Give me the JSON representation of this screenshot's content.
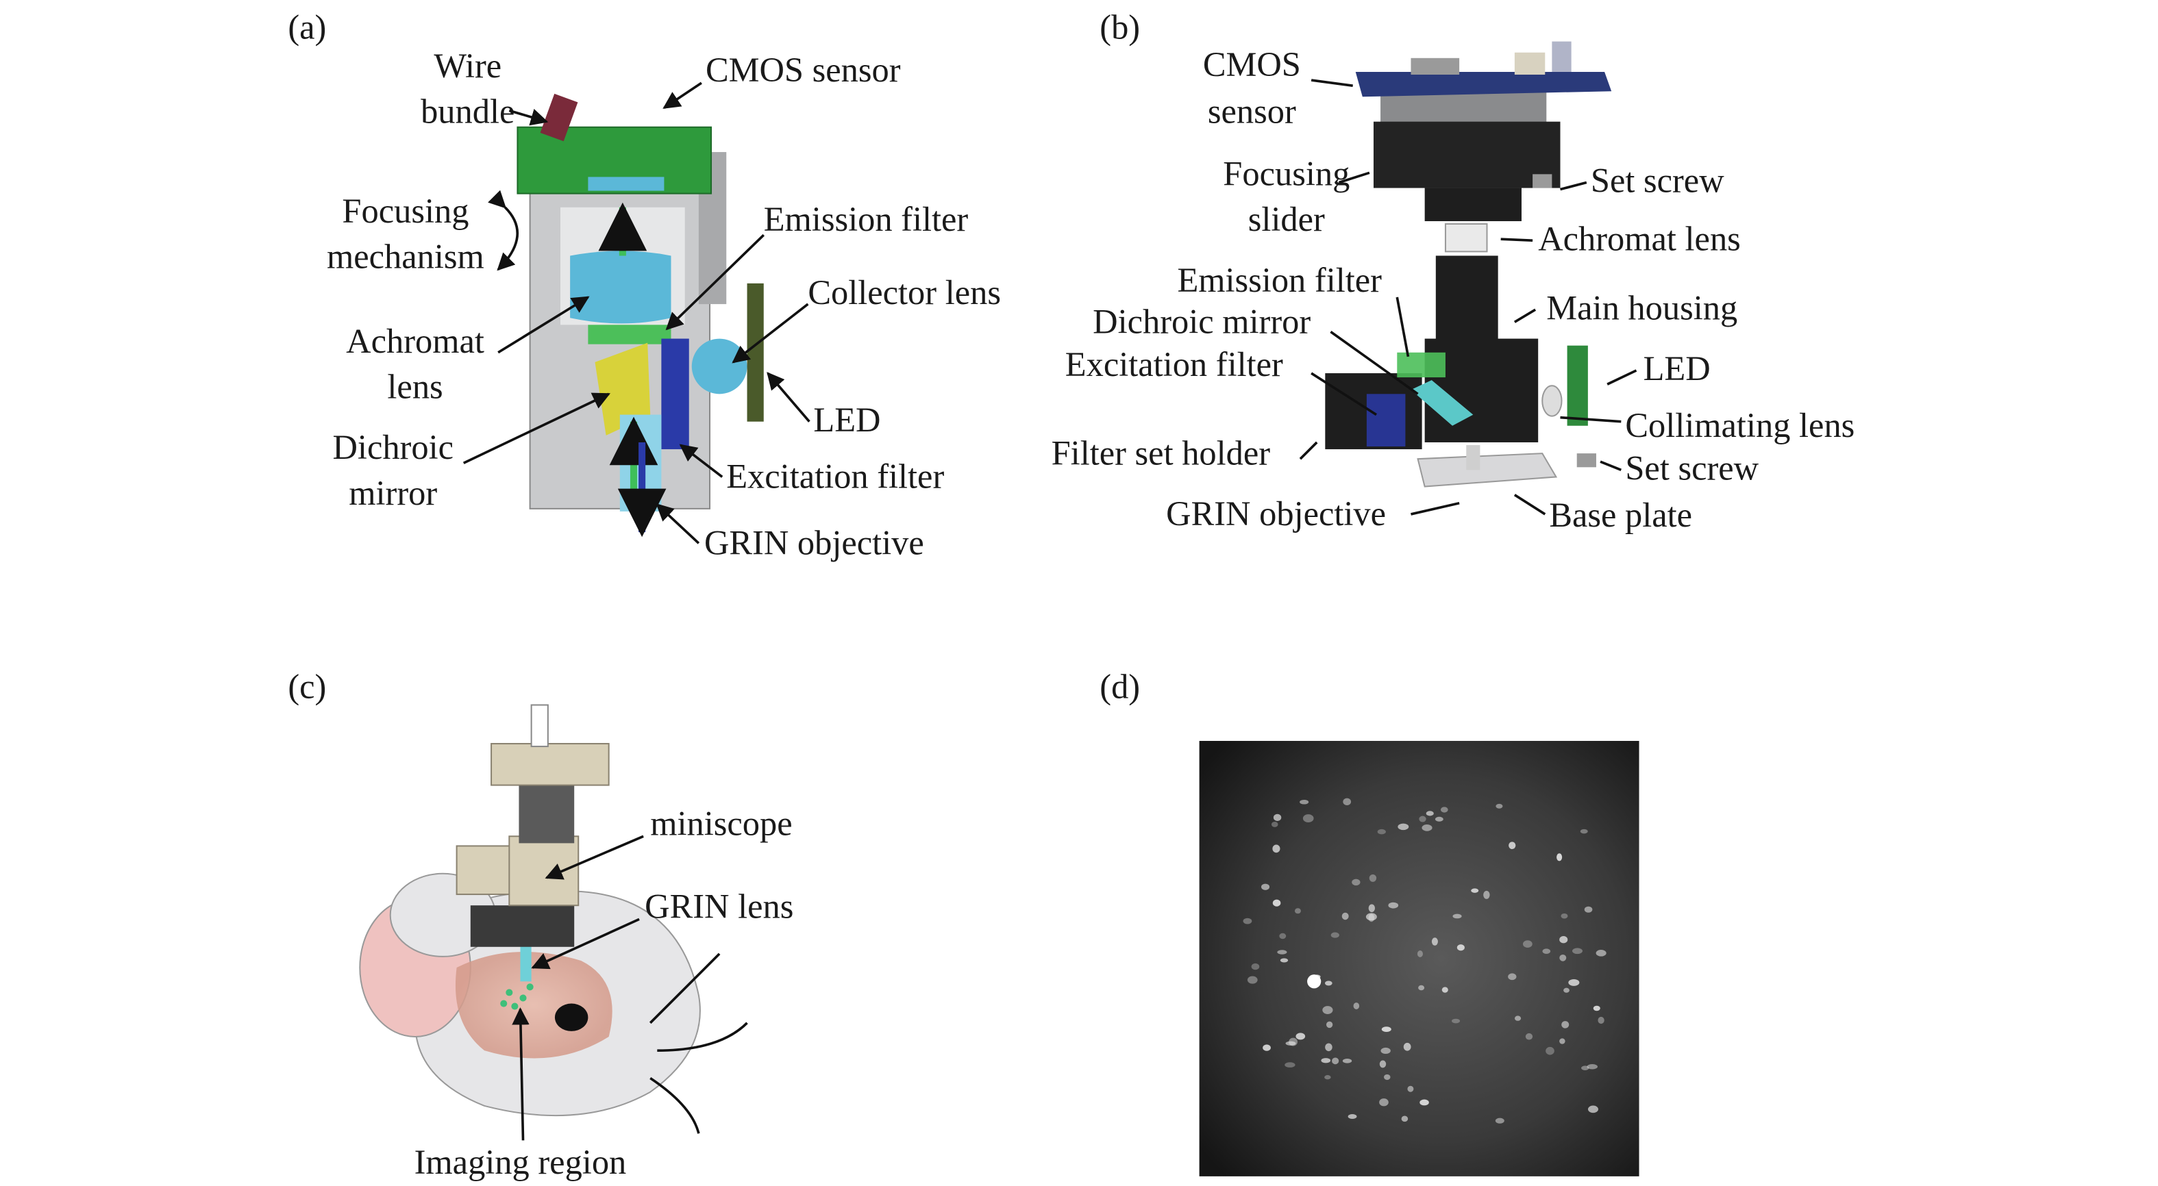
{
  "panels": {
    "a": {
      "label": "(a)",
      "wire_bundle": [
        "Wire",
        "bundle"
      ],
      "cmos_sensor": "CMOS sensor",
      "focusing_mechanism": [
        "Focusing",
        "mechanism"
      ],
      "emission_filter": "Emission filter",
      "collector_lens": "Collector lens",
      "achromat_lens": [
        "Achromat",
        "lens"
      ],
      "led": "LED",
      "dichroic_mirror": [
        "Dichroic",
        "mirror"
      ],
      "excitation_filter": "Excitation filter",
      "grin_objective": "GRIN objective"
    },
    "b": {
      "label": "(b)",
      "cmos_sensor": [
        "CMOS",
        "sensor"
      ],
      "focusing_slider": [
        "Focusing",
        "slider"
      ],
      "set_screw_top": "Set screw",
      "achromat_lens": "Achromat lens",
      "emission_filter": "Emission filter",
      "main_housing": "Main housing",
      "dichroic_mirror": "Dichroic mirror",
      "excitation_filter": "Excitation filter",
      "led": "LED",
      "collimating_lens": "Collimating lens",
      "filter_set_holder": "Filter set holder",
      "set_screw_bottom": "Set screw",
      "grin_objective": "GRIN objective",
      "base_plate": "Base plate"
    },
    "c": {
      "label": "(c)",
      "miniscope": "miniscope",
      "grin_lens": "GRIN lens",
      "imaging_region": "Imaging region"
    },
    "d": {
      "label": "(d)"
    }
  },
  "colors": {
    "pcb_green": "#2e9a3c",
    "housing_gray": "#c9cacc",
    "lens_blue": "#5bb8d8",
    "filter_green": "#4cbf5a",
    "dichroic_yellow": "#d8d23a",
    "excitation_blue": "#2a3aa8",
    "black_part": "#1e1e1e",
    "pcb_blue": "#2a3a7a"
  }
}
